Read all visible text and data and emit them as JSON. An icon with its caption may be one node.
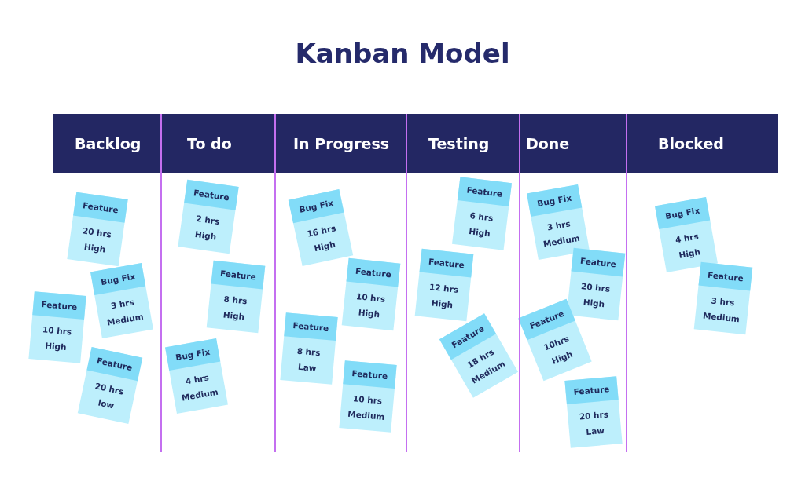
{
  "diagram": {
    "title": "Kanban Model",
    "nodes": [
      {
        "text": [
          "Backlog"
        ]
      },
      {
        "text": [
          "To do"
        ]
      },
      {
        "text": [
          "In Progress"
        ]
      },
      {
        "text": [
          "Testing"
        ]
      },
      {
        "text": [
          "Done"
        ]
      },
      {
        "text": [
          "Blocked"
        ]
      },
      {
        "text": [
          "Feature",
          "20 hrs",
          "High"
        ]
      },
      {
        "text": [
          "Bug Fix",
          "3 hrs",
          "Medium"
        ]
      },
      {
        "text": [
          "Feature",
          "10 hrs",
          "High"
        ]
      },
      {
        "text": [
          "Feature",
          "20 hrs",
          "low"
        ]
      },
      {
        "text": [
          "Feature",
          "2 hrs",
          "High"
        ]
      },
      {
        "text": [
          "Feature",
          "8 hrs",
          "High"
        ]
      },
      {
        "text": [
          "Bug Fix",
          "4 hrs",
          "Medium"
        ]
      },
      {
        "text": [
          "Bug Fix",
          "16 hrs",
          "High"
        ]
      },
      {
        "text": [
          "Feature",
          "10 hrs",
          "High"
        ]
      },
      {
        "text": [
          "Feature",
          "8 hrs",
          "Law"
        ]
      },
      {
        "text": [
          "Feature",
          "10 hrs",
          "Medium"
        ]
      },
      {
        "text": [
          "Feature",
          "6 hrs",
          "High"
        ]
      },
      {
        "text": [
          "Feature",
          "12 hrs",
          "High"
        ]
      },
      {
        "text": [
          "Feature",
          "18 hrs",
          "Medium"
        ]
      },
      {
        "text": [
          "Bug Fix",
          "3 hrs",
          "Medium"
        ]
      },
      {
        "text": [
          "Feature",
          "20 hrs",
          "High"
        ]
      },
      {
        "text": [
          "Feature",
          "10hrs",
          "High"
        ]
      },
      {
        "text": [
          "Feature",
          "20 hrs",
          "Law"
        ]
      },
      {
        "text": [
          "Bug Fix",
          "4 hrs",
          "High"
        ]
      },
      {
        "text": [
          "Feature",
          "3 hrs",
          "Medium"
        ]
      }
    ]
  }
}
